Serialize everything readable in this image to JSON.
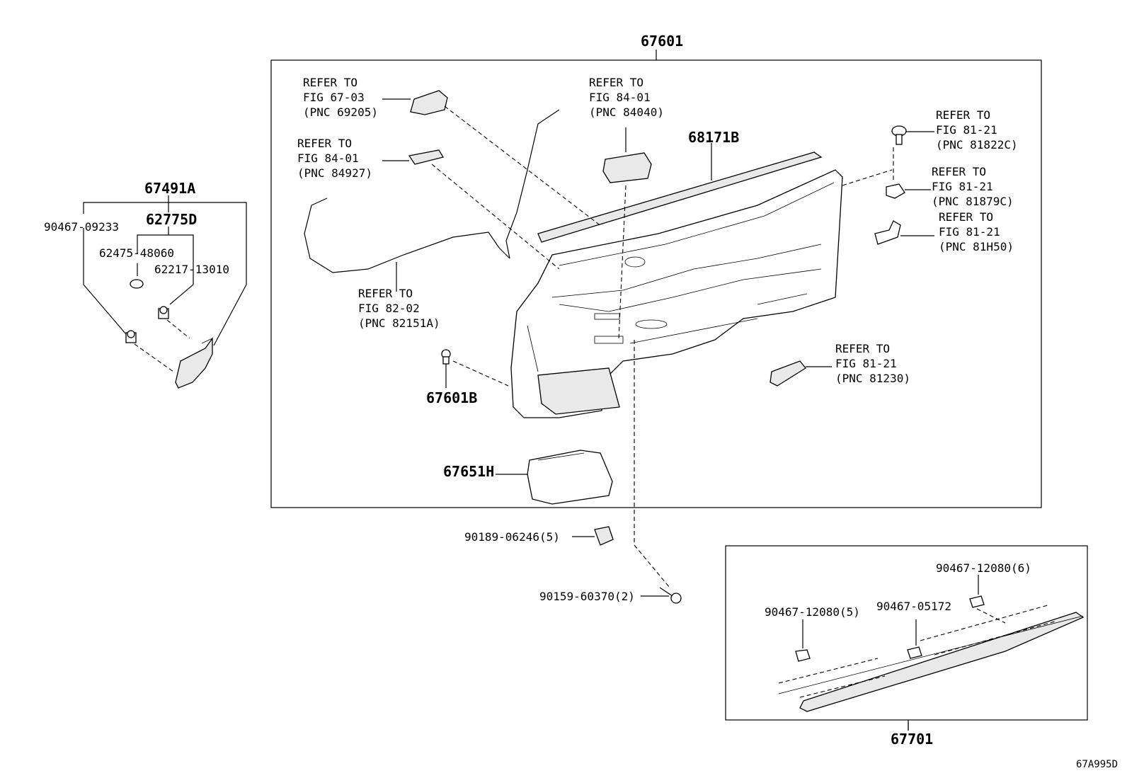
{
  "diagram_id": "67A995D",
  "parts": {
    "door_trim_assembly": "67601",
    "foot_cover_assembly": "67491A",
    "cover_sub": "62775D",
    "clip_90467_09233": "90467-09233",
    "cushion_62475": "62475-48060",
    "clip_62217": "62217-13010",
    "armrest_moulding": "68171B",
    "clip_67601B": "67601B",
    "lower_board": "67651H",
    "clip_90189": "90189-06246(5)",
    "screw_90159": "90159-60370(2)",
    "scuff_plate": "67701",
    "clip_scuff_a": "90467-12080(6)",
    "clip_scuff_b": "90467-12080(5)",
    "clip_scuff_c": "90467-05172"
  },
  "refs": {
    "r1": [
      "REFER TO",
      "FIG 67-03",
      "(PNC 69205)"
    ],
    "r2": [
      "REFER TO",
      "FIG 84-01",
      "(PNC 84927)"
    ],
    "r3": [
      "REFER TO",
      "FIG 84-01",
      "(PNC 84040)"
    ],
    "r4": [
      "REFER TO",
      "FIG 82-02",
      "(PNC 82151A)"
    ],
    "r5": [
      "REFER TO",
      "FIG 81-21",
      "(PNC 81822C)"
    ],
    "r6": [
      "REFER TO",
      "FIG 81-21",
      "(PNC 81879C)"
    ],
    "r7": [
      "REFER TO",
      "FIG 81-21",
      "(PNC 81H50)"
    ],
    "r8": [
      "REFER TO",
      "FIG 81-21",
      "(PNC 81230)"
    ]
  }
}
